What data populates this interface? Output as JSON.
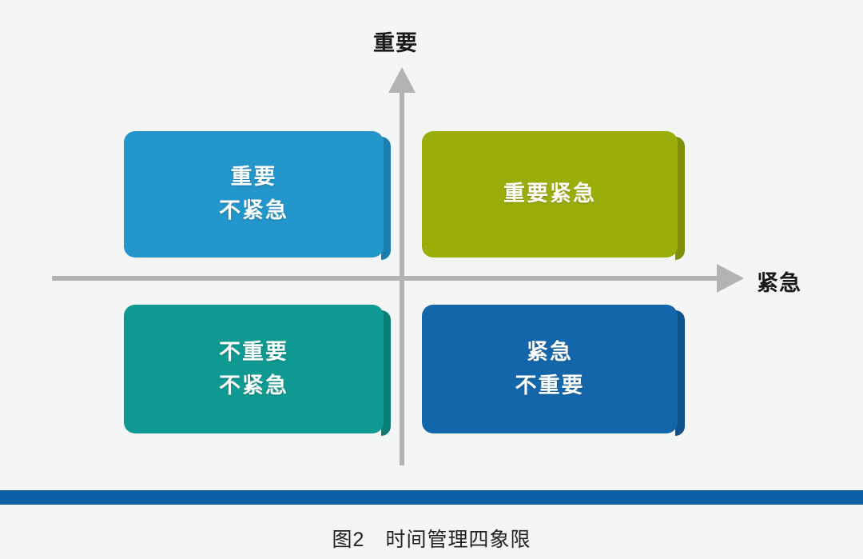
{
  "figure": {
    "background_color": "#f4f5f5",
    "caption": "图2　时间管理四象限",
    "footer_rule_color": "#0a5fa5"
  },
  "axes": {
    "vertical_label": "重要",
    "horizontal_label": "紧急",
    "axis_color": "#b3b3b3"
  },
  "quadrants": [
    {
      "id": "important-not-urgent",
      "position": "top-left",
      "line1": "重要",
      "line2": "不紧急",
      "color": "#2396cc",
      "shadow_color": "#1b7fae"
    },
    {
      "id": "important-urgent",
      "position": "top-right",
      "line1": "重要紧急",
      "line2": "",
      "color": "#9aad08",
      "shadow_color": "#7f8f06"
    },
    {
      "id": "not-important-not-urgent",
      "position": "bottom-left",
      "line1": "不重要",
      "line2": "不紧急",
      "color": "#0e9a92",
      "shadow_color": "#0a7f78"
    },
    {
      "id": "urgent-not-important",
      "position": "bottom-right",
      "line1": "紧急",
      "line2": "不重要",
      "color": "#1466ab",
      "shadow_color": "#0f5288"
    }
  ]
}
